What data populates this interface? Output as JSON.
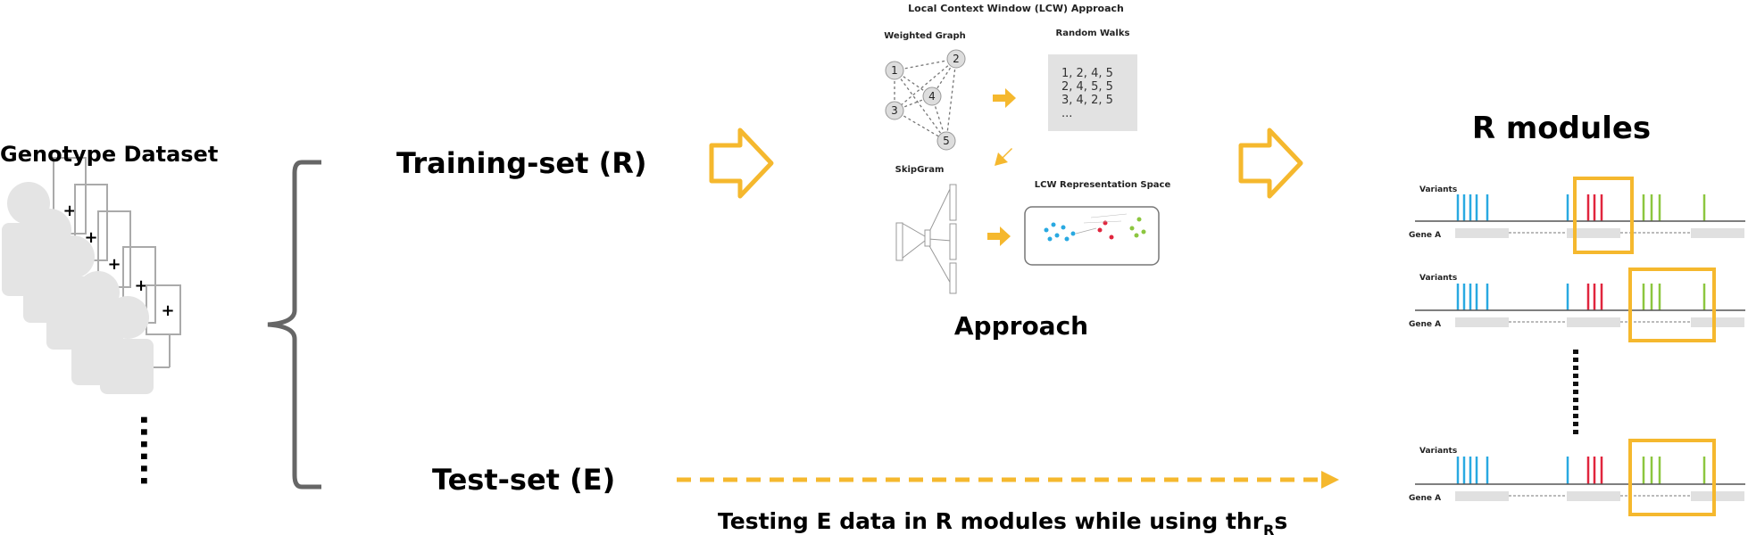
{
  "dataset": {
    "title": "Genotype Dataset",
    "plus_sign": "+",
    "ellipsis": "......"
  },
  "sets": {
    "training": "Training-set (R)",
    "test": "Test-set (E)"
  },
  "approach": {
    "title": "Local Context Window (LCW) Approach",
    "caption": "Approach",
    "weighted_graph": {
      "title": "Weighted Graph",
      "nodes": [
        "1",
        "2",
        "3",
        "4",
        "5"
      ]
    },
    "random_walks": {
      "title": "Random Walks",
      "lines": [
        "1, 2, 4, 5",
        "2, 4, 5, 5",
        "3, 4, 2, 5",
        "..."
      ]
    },
    "skipgram": {
      "title": "SkipGram"
    },
    "representation": {
      "title": "LCW Representation Space"
    }
  },
  "modules": {
    "title": "R modules",
    "panels": [
      {
        "variants_label": "Variants",
        "gene_label": "Gene A"
      },
      {
        "variants_label": "Variants",
        "gene_label": "Gene A"
      },
      {
        "variants_label": "Variants",
        "gene_label": "Gene A"
      }
    ]
  },
  "testing_caption": {
    "main": "Testing E data in R modules while using thr",
    "subscript": "R",
    "suffix": "s"
  },
  "colors": {
    "accent": "#f5b82e",
    "blue_variant": "#29a9e1",
    "red_variant": "#e0253d",
    "green_variant": "#8cc63f",
    "person": "#e4e4e4",
    "line": "#555555"
  }
}
